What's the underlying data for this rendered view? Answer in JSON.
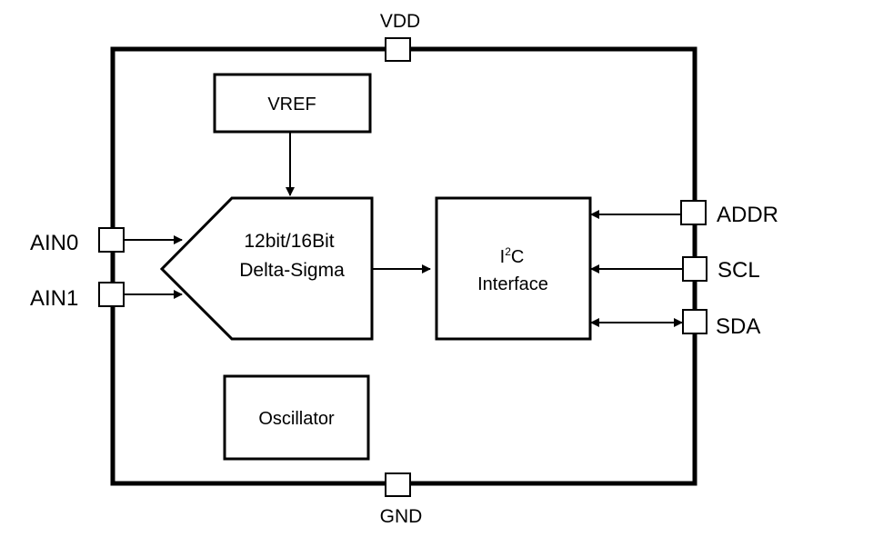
{
  "diagram": {
    "pins": {
      "vdd": "VDD",
      "gnd": "GND",
      "ain0": "AIN0",
      "ain1": "AIN1",
      "addr": "ADDR",
      "scl": "SCL",
      "sda": "SDA"
    },
    "blocks": {
      "vref": "VREF",
      "adc_line1": "12bit/16Bit",
      "adc_line2": "Delta-Sigma",
      "i2c_line1_base": "I",
      "i2c_line1_sup": "2",
      "i2c_line1_tail": "C",
      "i2c_line2": "Interface",
      "oscillator": "Oscillator"
    },
    "colors": {
      "stroke": "#000000",
      "background": "#ffffff"
    }
  }
}
